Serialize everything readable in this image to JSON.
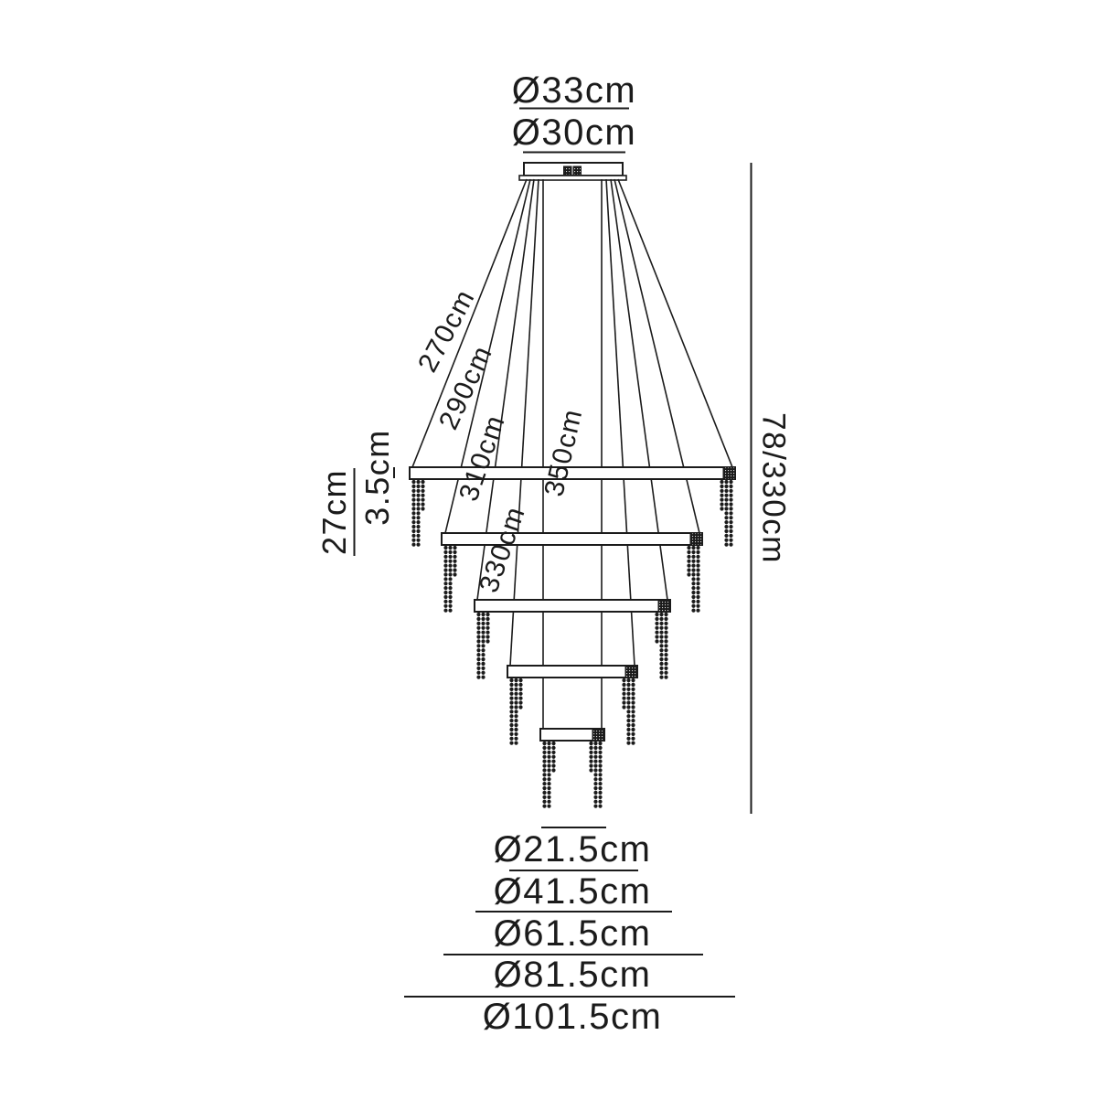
{
  "canopy": {
    "outer_diameter_label": "Ø33cm",
    "diameter_label": "Ø30cm"
  },
  "cable_lengths": [
    {
      "label": "270cm"
    },
    {
      "label": "290cm"
    },
    {
      "label": "310cm"
    },
    {
      "label": "330cm"
    },
    {
      "label": "350cm"
    }
  ],
  "side_dimensions": {
    "bead_drop_label": "27cm",
    "ring_height_label": "3.5cm",
    "overall_height_label": "78/330cm"
  },
  "tier_diameters": [
    {
      "label": "Ø21.5cm"
    },
    {
      "label": "Ø41.5cm"
    },
    {
      "label": "Ø61.5cm"
    },
    {
      "label": "Ø81.5cm"
    },
    {
      "label": "Ø101.5cm"
    }
  ],
  "colors": {
    "ink": "#1b1b1b",
    "background": "#ffffff"
  }
}
